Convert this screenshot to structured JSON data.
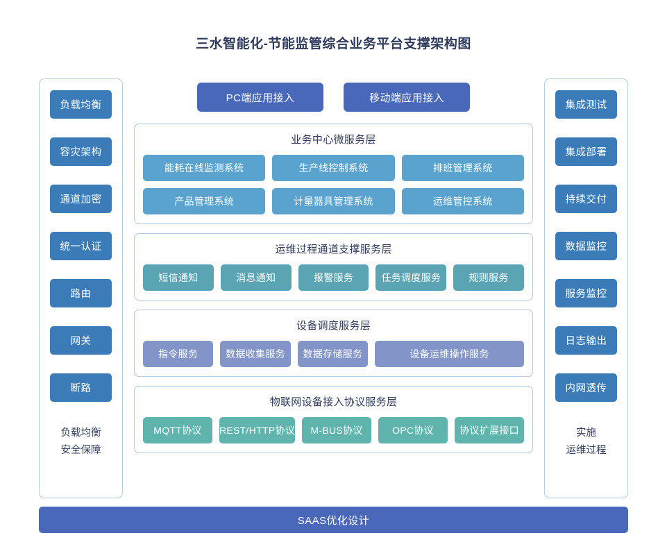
{
  "title": "三水智能化-节能监管综合业务平台支撑架构图",
  "colors": {
    "title": "#2f3b5c",
    "side_button": "#3b7cb8",
    "access_button": "#4a68ba",
    "business_cell": "#5aa3cf",
    "ops_cell": "#5ba4b3",
    "device_cell": "#8294c8",
    "iot_cell": "#5fb4ad",
    "panel_border": "#b9cce4",
    "background": "#ffffff"
  },
  "left_column": {
    "items": [
      {
        "label": "负载均衡"
      },
      {
        "label": "容灾架构"
      },
      {
        "label": "通道加密"
      },
      {
        "label": "统一认证"
      },
      {
        "label": "路由"
      },
      {
        "label": "网关"
      },
      {
        "label": "断路"
      }
    ],
    "footer_line1": "负载均衡",
    "footer_line2": "安全保障"
  },
  "right_column": {
    "items": [
      {
        "label": "集成测试"
      },
      {
        "label": "集成部署"
      },
      {
        "label": "持续交付"
      },
      {
        "label": "数据监控"
      },
      {
        "label": "服务监控"
      },
      {
        "label": "日志输出"
      },
      {
        "label": "内网透传"
      }
    ],
    "footer_line1": "实施",
    "footer_line2": "运维过程"
  },
  "access": {
    "buttons": [
      {
        "label": "PC端应用接入"
      },
      {
        "label": "移动端应用接入"
      }
    ]
  },
  "layers": [
    {
      "id": "business",
      "title": "业务中心微服务层",
      "rows": [
        [
          {
            "label": "能耗在线监测系统"
          },
          {
            "label": "生产线控制系统"
          },
          {
            "label": "排班管理系统"
          }
        ],
        [
          {
            "label": "产品管理系统"
          },
          {
            "label": "计量器具管理系统"
          },
          {
            "label": "运维管控系统"
          }
        ]
      ]
    },
    {
      "id": "ops",
      "title": "运维过程通道支撑服务层",
      "rows": [
        [
          {
            "label": "短信通知"
          },
          {
            "label": "消息通知"
          },
          {
            "label": "报警服务"
          },
          {
            "label": "任务调度服务"
          },
          {
            "label": "规则服务"
          }
        ]
      ]
    },
    {
      "id": "device",
      "title": "设备调度服务层",
      "rows": [
        [
          {
            "label": "指令服务"
          },
          {
            "label": "数据收集服务"
          },
          {
            "label": "数据存储服务"
          },
          {
            "label": "设备运维操作服务",
            "wide": true
          }
        ]
      ]
    },
    {
      "id": "iot",
      "title": "物联网设备接入协议服务层",
      "rows": [
        [
          {
            "label": "MQTT协议"
          },
          {
            "label": "REST/HTTP协议"
          },
          {
            "label": "M-BUS协议"
          },
          {
            "label": "OPC协议"
          },
          {
            "label": "协议扩展接口"
          }
        ]
      ]
    }
  ],
  "bottom_bar": {
    "label": "SAAS优化设计"
  }
}
